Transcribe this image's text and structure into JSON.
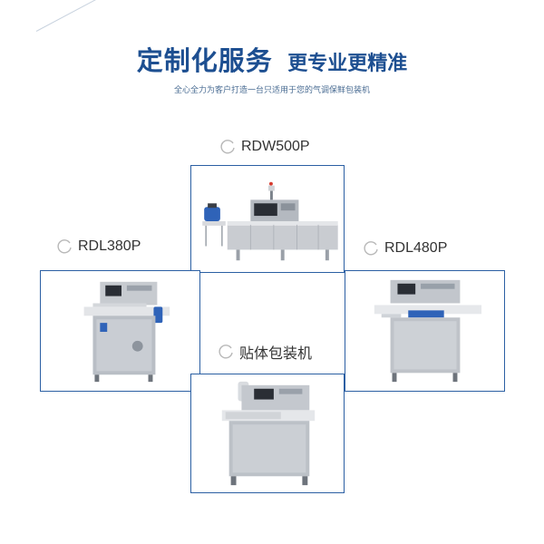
{
  "header": {
    "title_main": "定制化服务",
    "title_sub": "更专业更精准",
    "subtitle": "全心全力为客户打造一台只适用于您的气调保鲜包装机"
  },
  "products": {
    "rdw500p": {
      "label": "RDW500P"
    },
    "rdl380p": {
      "label": "RDL380P"
    },
    "rdl480p": {
      "label": "RDL480P"
    },
    "skin": {
      "label": "贴体包装机"
    }
  },
  "colors": {
    "title": "#1d4f91",
    "frame_border": "#2b5fa3",
    "label_text": "#333333",
    "machine_accent": "#2f63b8"
  }
}
